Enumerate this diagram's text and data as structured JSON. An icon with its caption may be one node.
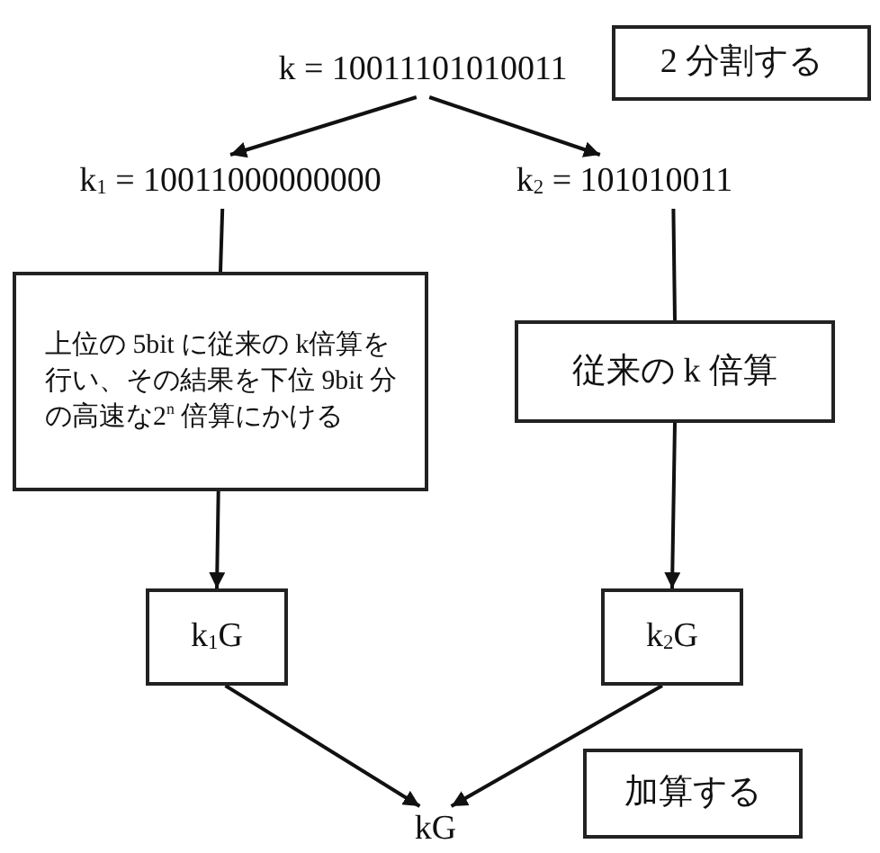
{
  "diagram": {
    "nodes": [
      {
        "text": [
          "k = 10011101010011"
        ]
      },
      {
        "text": [
          "2 分割する"
        ]
      },
      {
        "text": [
          "k$_{1}$ = 10011000000000"
        ]
      },
      {
        "text": [
          "k$_{2}$ = 101010011"
        ]
      },
      {
        "text": [
          "上位の 5bit に従来の k倍算を行い、その結果を下位 9bit 分の高速な2$^{n}$ 倍算にかける"
        ]
      },
      {
        "text": [
          "従来の k 倍算"
        ]
      },
      {
        "text": [
          "k$_{1}$G"
        ]
      },
      {
        "text": [
          "k$_{2}$G"
        ]
      },
      {
        "text": [
          "kG"
        ]
      },
      {
        "text": [
          "加算する"
        ]
      }
    ],
    "edges": [
      {
        "from": 0,
        "to": 2,
        "arrow": "to"
      },
      {
        "from": 0,
        "to": 3,
        "arrow": "to"
      },
      {
        "from": 2,
        "to": 4,
        "arrow": "none"
      },
      {
        "from": 4,
        "to": 6,
        "arrow": "to"
      },
      {
        "from": 3,
        "to": 5,
        "arrow": "none"
      },
      {
        "from": 5,
        "to": 7,
        "arrow": "to"
      },
      {
        "from": 6,
        "to": 8,
        "arrow": "to"
      },
      {
        "from": 7,
        "to": 8,
        "arrow": "to"
      }
    ]
  }
}
